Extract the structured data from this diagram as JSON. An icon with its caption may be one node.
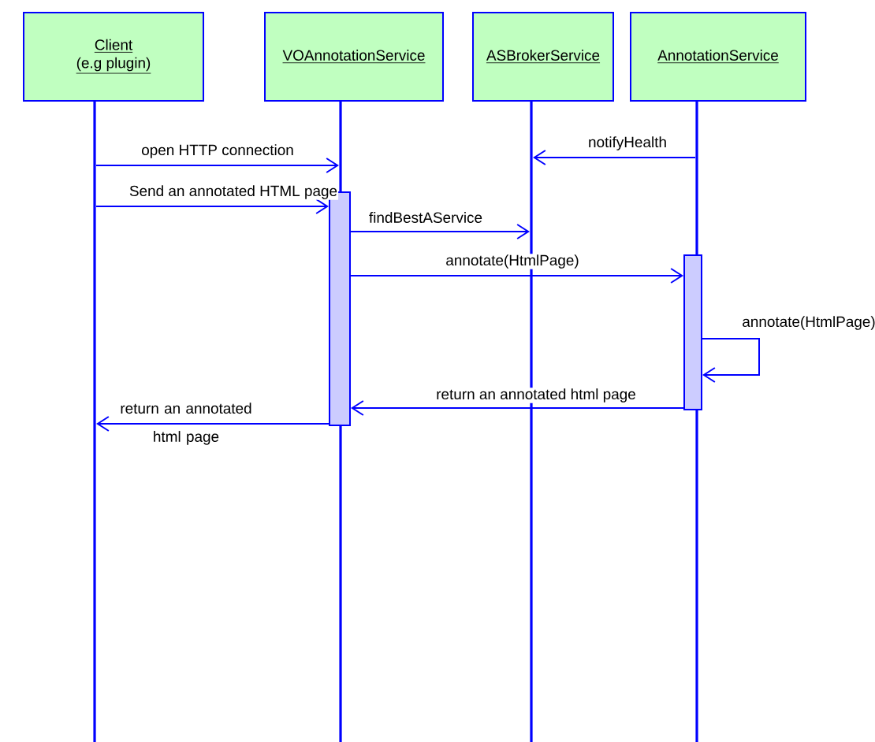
{
  "diagram": {
    "nodes": [
      {
        "text": [
          "Client",
          "(e.g plugin)"
        ]
      },
      {
        "text": [
          "VOAnnotationService"
        ]
      },
      {
        "text": [
          "ASBrokerService"
        ]
      },
      {
        "text": [
          "AnnotationService"
        ]
      },
      {
        "text": [],
        "shape": "line"
      },
      {
        "text": [],
        "shape": "line"
      },
      {
        "text": [],
        "shape": "line"
      },
      {
        "text": [],
        "shape": "line"
      },
      {
        "text": [],
        "shape": "bar"
      },
      {
        "text": [],
        "shape": "bar"
      }
    ],
    "edges": [
      {
        "from": 4,
        "to": 5,
        "arrow": "to",
        "label": "open HTTP connection"
      },
      {
        "from": 7,
        "to": 6,
        "arrow": "to",
        "label": "notifyHealth"
      },
      {
        "from": 4,
        "to": 8,
        "arrow": "to",
        "label": "Send an annotated HTML page"
      },
      {
        "from": 8,
        "to": 6,
        "arrow": "to",
        "label": "findBestAService"
      },
      {
        "from": 8,
        "to": 9,
        "arrow": "to",
        "label": "annotate(HtmlPage)"
      },
      {
        "from": 9,
        "to": 9,
        "arrow": "to",
        "label": "annotate(HtmlPage)"
      },
      {
        "from": 9,
        "to": 8,
        "arrow": "to",
        "label": "return an annotated html page"
      },
      {
        "from": 8,
        "to": 4,
        "arrow": "to",
        "label": "return an annotated html page"
      }
    ]
  }
}
